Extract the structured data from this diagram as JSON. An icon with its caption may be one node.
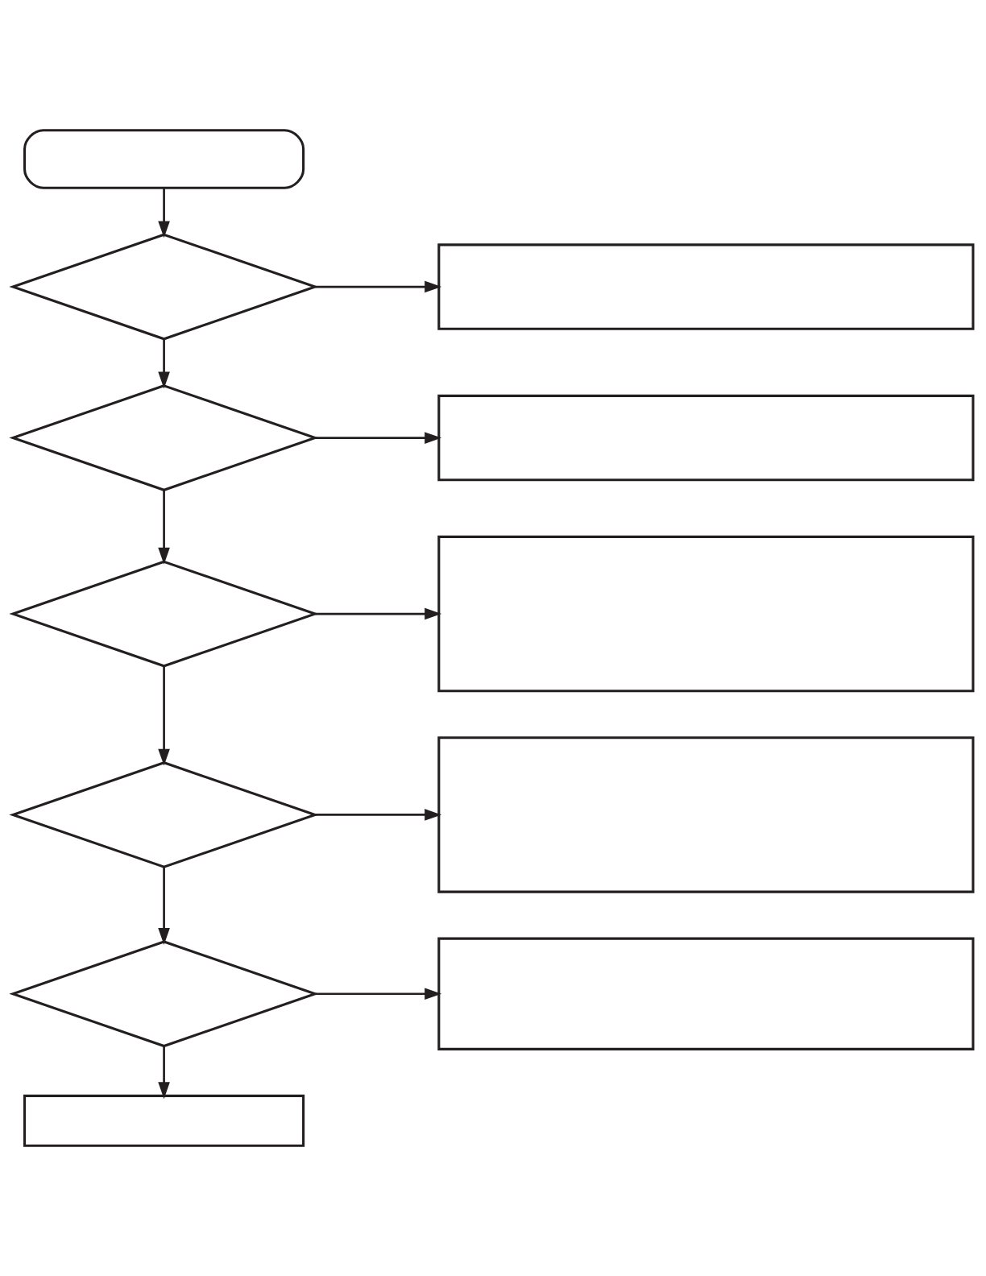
{
  "diagram": {
    "nodes": [
      {
        "text": [],
        "shape": "box"
      },
      {
        "text": [],
        "shape": "diamond"
      },
      {
        "text": [],
        "shape": "box"
      },
      {
        "text": [],
        "shape": "diamond"
      },
      {
        "text": [],
        "shape": "box"
      },
      {
        "text": [],
        "shape": "diamond"
      },
      {
        "text": [],
        "shape": "box"
      },
      {
        "text": [],
        "shape": "diamond"
      },
      {
        "text": [],
        "shape": "box"
      },
      {
        "text": [],
        "shape": "diamond"
      },
      {
        "text": [],
        "shape": "box"
      },
      {
        "text": [],
        "shape": "box"
      }
    ],
    "edges": [
      {
        "from": 0,
        "to": 1,
        "arrow": "to"
      },
      {
        "from": 1,
        "to": 2,
        "arrow": "to"
      },
      {
        "from": 1,
        "to": 3,
        "arrow": "to"
      },
      {
        "from": 3,
        "to": 4,
        "arrow": "to"
      },
      {
        "from": 3,
        "to": 5,
        "arrow": "to"
      },
      {
        "from": 5,
        "to": 6,
        "arrow": "to"
      },
      {
        "from": 5,
        "to": 7,
        "arrow": "to"
      },
      {
        "from": 7,
        "to": 8,
        "arrow": "to"
      },
      {
        "from": 7,
        "to": 9,
        "arrow": "to"
      },
      {
        "from": 9,
        "to": 10,
        "arrow": "to"
      },
      {
        "from": 9,
        "to": 11,
        "arrow": "to"
      }
    ]
  }
}
